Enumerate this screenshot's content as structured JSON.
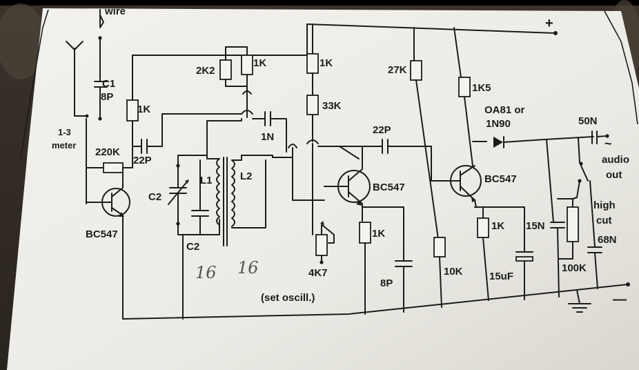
{
  "diagram": {
    "labels": {
      "wire": "wire",
      "plus": "+",
      "minus": "—",
      "c1": "C1",
      "c1_val": "8P",
      "meter_a": "1-3",
      "meter_b": "meter",
      "r_1k_a": "1K",
      "r_220k": "220K",
      "c_22p_a": "22P",
      "q1": "BC547",
      "r_2k2": "2K2",
      "r_1k_b": "1K",
      "c_1n": "1N",
      "l1": "L1",
      "l2": "L2",
      "c2_a": "C2",
      "c2_b": "C2",
      "hand_a": "16",
      "hand_b": "16",
      "r_1k_c": "1K",
      "r_33k": "33K",
      "pot_4k7": "4K7",
      "set_osc": "(set oscill.)",
      "r_27k": "27K",
      "c_22p_b": "22P",
      "q2": "BC547",
      "r_1k_d": "1K",
      "c_8p": "8P",
      "r_10k": "10K",
      "r_1k5": "1K5",
      "diode_a": "OA81 or",
      "diode_b": "1N90",
      "q3": "BC547",
      "r_1k_e": "1K",
      "c_15uf": "15uF",
      "c_15n": "15N",
      "r_100k": "100K",
      "c_50n": "50N",
      "audio_a": "audio",
      "audio_b": "out",
      "tilde": "~",
      "high_a": "high",
      "high_b": "cut",
      "c_68n": "68N"
    }
  }
}
